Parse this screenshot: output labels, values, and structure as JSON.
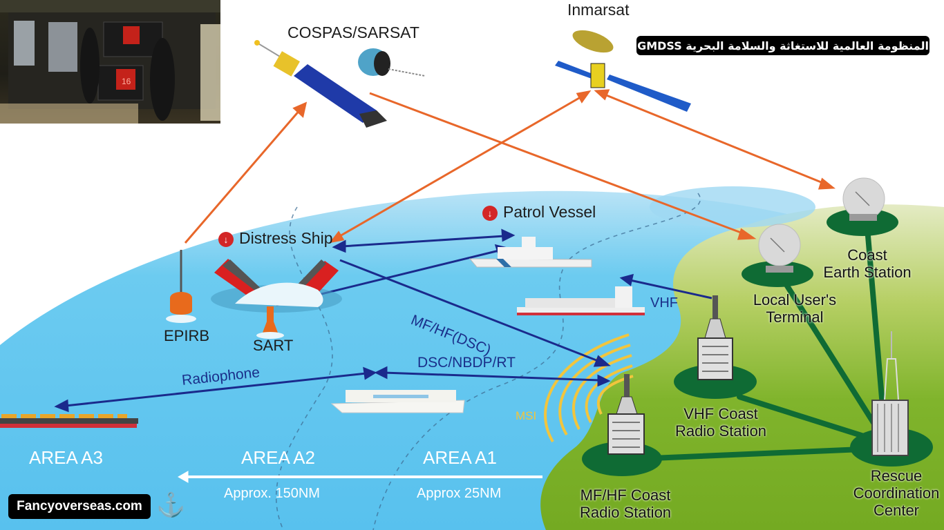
{
  "title_badge": "المنظومة العالمية للاستغاثة والسلامة البحرية  GMDSS",
  "watermark": {
    "text": "Fancyoverseas.com",
    "icon": "anchor-icon",
    "glyph": "⚓"
  },
  "photo": {
    "description": "Ship bridge GMDSS radio console with two VHF DSC radio units and handsets",
    "radio_display_channel": "16"
  },
  "satellites": {
    "cospas_sarsat": "COSPAS/SARSAT",
    "inmarsat": "Inmarsat"
  },
  "vessels": {
    "distress_ship": "Distress Ship",
    "patrol_vessel": "Patrol Vessel",
    "distress_icon": "down-arrow-icon",
    "distress_glyph": "↓"
  },
  "devices": {
    "epirb": "EPIRB",
    "sart": "SART"
  },
  "links": {
    "mf_hf_dsc": "MF/HF(DSC)",
    "dsc_nbdp_rt": "DSC/NBDP/RT",
    "radiophone": "Radiophone",
    "vhf": "VHF",
    "msi": "MSI"
  },
  "stations": {
    "local_users_terminal": [
      "Local User's",
      "Terminal"
    ],
    "coast_earth_station": [
      "Coast",
      "Earth Station"
    ],
    "vhf_coast_radio_station": [
      "VHF Coast",
      "Radio Station"
    ],
    "mf_hf_coast_radio_station": [
      "MF/HF Coast",
      "Radio Station"
    ],
    "rescue_coordination_center": [
      "Rescue",
      "Coordination",
      "Center"
    ]
  },
  "areas": {
    "a3": "AREA A3",
    "a2": "AREA A2",
    "a1": "AREA A1",
    "a2_range": "Approx. 150NM",
    "a1_range": "Approx 25NM"
  },
  "colors": {
    "sea": "#5bc3ee",
    "sea_light": "#a9dcf4",
    "land": "#7fb42c",
    "land_light": "#cfdc9c",
    "station_pad": "#0f6b34",
    "satellite_link": "#e8672a",
    "radio_link": "#1a2a8c",
    "msi_waves": "#f2c53d",
    "distress_red": "#d32626"
  }
}
